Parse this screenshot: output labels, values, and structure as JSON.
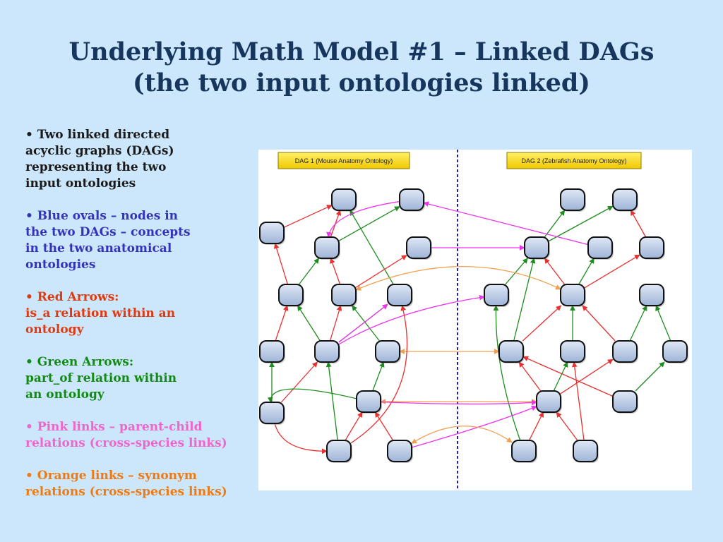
{
  "slide": {
    "title_line1": "Underlying Math Model #1 – Linked DAGs",
    "title_line2": "(the two input ontologies linked)"
  },
  "bullets": [
    {
      "color": "#1a1a1a",
      "lines": [
        "• Two linked directed",
        "acyclic graphs  (DAGs)",
        "representing the two",
        "input ontologies"
      ]
    },
    {
      "color": "#3333bb",
      "lines": [
        "• Blue ovals – nodes in",
        "the two DAGs – concepts",
        "in the two anatomical",
        "ontologies"
      ]
    },
    {
      "color": "#e03a10",
      "lines": [
        "• Red Arrows:",
        "is_a relation within an",
        "ontology"
      ]
    },
    {
      "color": "#138a13",
      "lines": [
        "• Green Arrows:",
        "part_of relation within",
        "an ontology"
      ]
    },
    {
      "color": "#ee66cc",
      "lines": [
        "• Pink links – parent-child",
        "relations (cross-species links)"
      ]
    },
    {
      "color": "#f07a10",
      "lines": [
        "• Orange links – synonym",
        "relations (cross-species links)"
      ]
    }
  ],
  "diagram": {
    "dag1_label": "DAG 1 (Mouse Anatomy Ontology)",
    "dag2_label": "DAG 2 (Zebrafish Anatomy Ontology)",
    "colors": {
      "is_a": "#e83030",
      "part_of": "#1e8c1e",
      "parent_child": "#ee33ee",
      "synonym": "#f0a050",
      "node_fill": "#b9c9e4",
      "divider": "#2222bb",
      "label_fill": "#f4d800"
    }
  }
}
